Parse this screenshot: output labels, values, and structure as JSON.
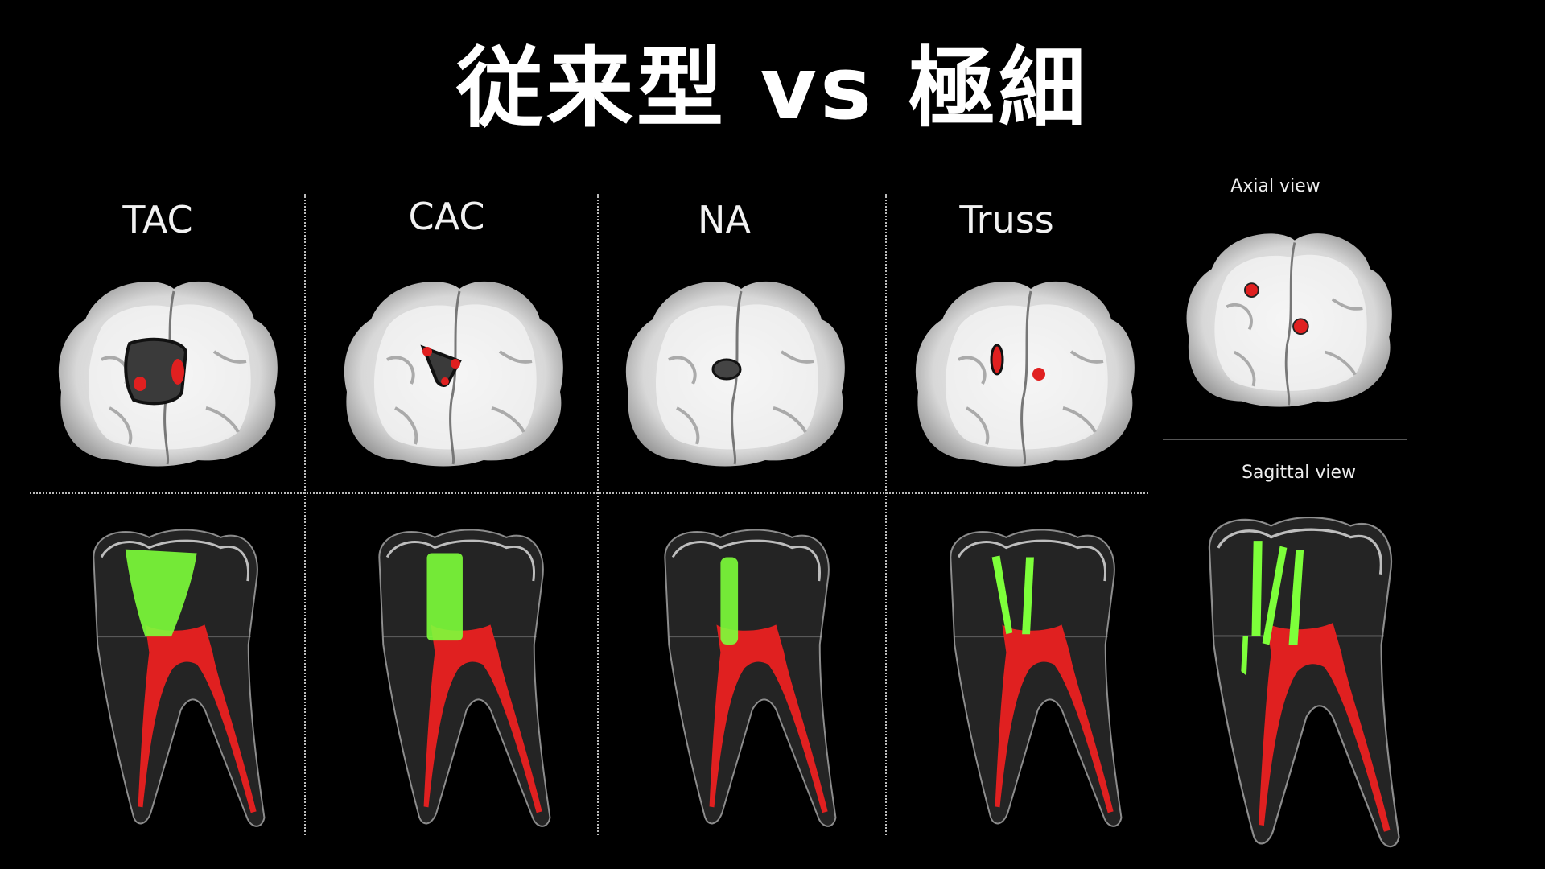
{
  "slide": {
    "title": "従来型 vs 極細",
    "columns": [
      {
        "label": "TAC"
      },
      {
        "label": "CAC"
      },
      {
        "label": "NA"
      },
      {
        "label": "Truss"
      }
    ],
    "axial_label": "Axial view",
    "sagittal_label": "Sagittal view"
  },
  "colors": {
    "background": "#000000",
    "canal_red": "#e02020",
    "access_green": "#7dff3a"
  }
}
